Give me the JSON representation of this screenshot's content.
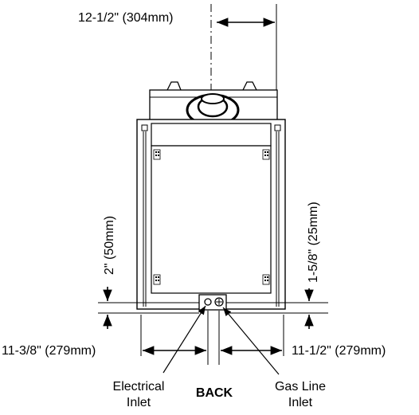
{
  "dimensions": {
    "top_offset": "12-1/2\" (304mm)",
    "left_vertical": "2\" (50mm)",
    "right_vertical": "1-5/8\" (25mm)",
    "bottom_left": "11-3/8\" (279mm)",
    "bottom_right": "11-1/2\" (279mm)"
  },
  "labels": {
    "electrical_line1": "Electrical",
    "electrical_line2": "Inlet",
    "gas_line1": "Gas Line",
    "gas_line2": "Inlet",
    "view": "BACK"
  },
  "colors": {
    "stroke": "#000000",
    "background": "#ffffff"
  }
}
